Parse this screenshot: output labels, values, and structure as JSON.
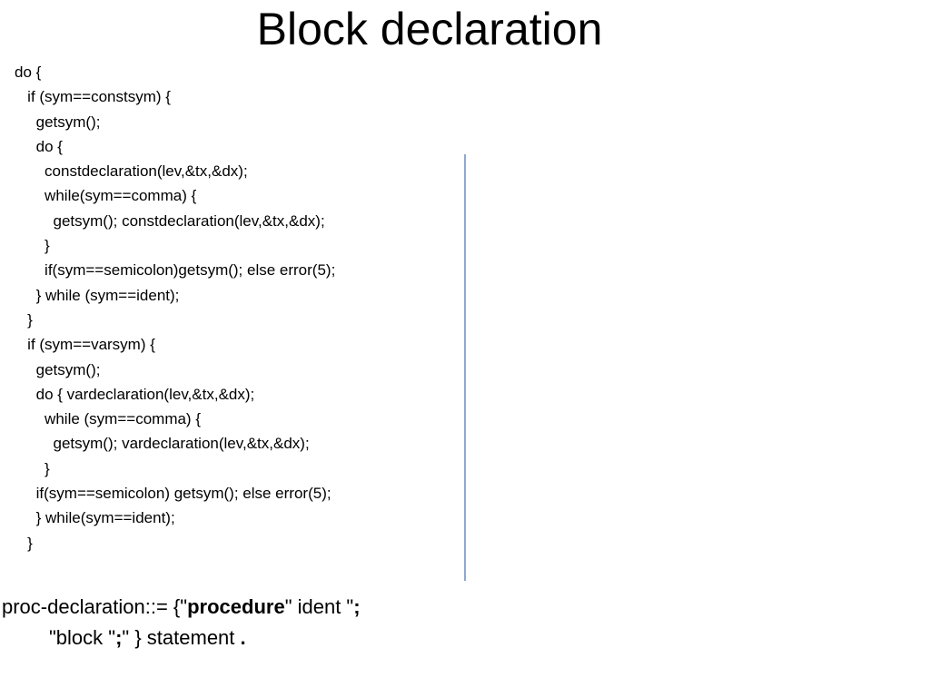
{
  "slide": {
    "title": "Block declaration"
  },
  "code": {
    "lines": [
      "do {",
      "   if (sym==constsym) {",
      "     getsym();",
      "     do {",
      "       constdeclaration(lev,&tx,&dx);",
      "       while(sym==comma) {",
      "         getsym(); constdeclaration(lev,&tx,&dx);",
      "       }",
      "       if(sym==semicolon)getsym(); else error(5);",
      "     } while (sym==ident);",
      "   }",
      "   if (sym==varsym) {",
      "     getsym();",
      "     do { vardeclaration(lev,&tx,&dx);",
      "       while (sym==comma) {",
      "         getsym(); vardeclaration(lev,&tx,&dx);",
      "       }",
      "     if(sym==semicolon) getsym(); else error(5);",
      "     } while(sym==ident);",
      "   }"
    ]
  },
  "grammar": {
    "line1": {
      "prefix": "proc-declaration::= {\"",
      "keyword": "procedure",
      "middle": "\" ident \"",
      "semicolon": ";"
    },
    "line2": {
      "prefix": "\"block \"",
      "semicolon": ";",
      "suffix": "\" } statement ",
      "period": "."
    }
  },
  "colors": {
    "divider": "#8eaacf",
    "text": "#000000",
    "background": "#ffffff"
  }
}
